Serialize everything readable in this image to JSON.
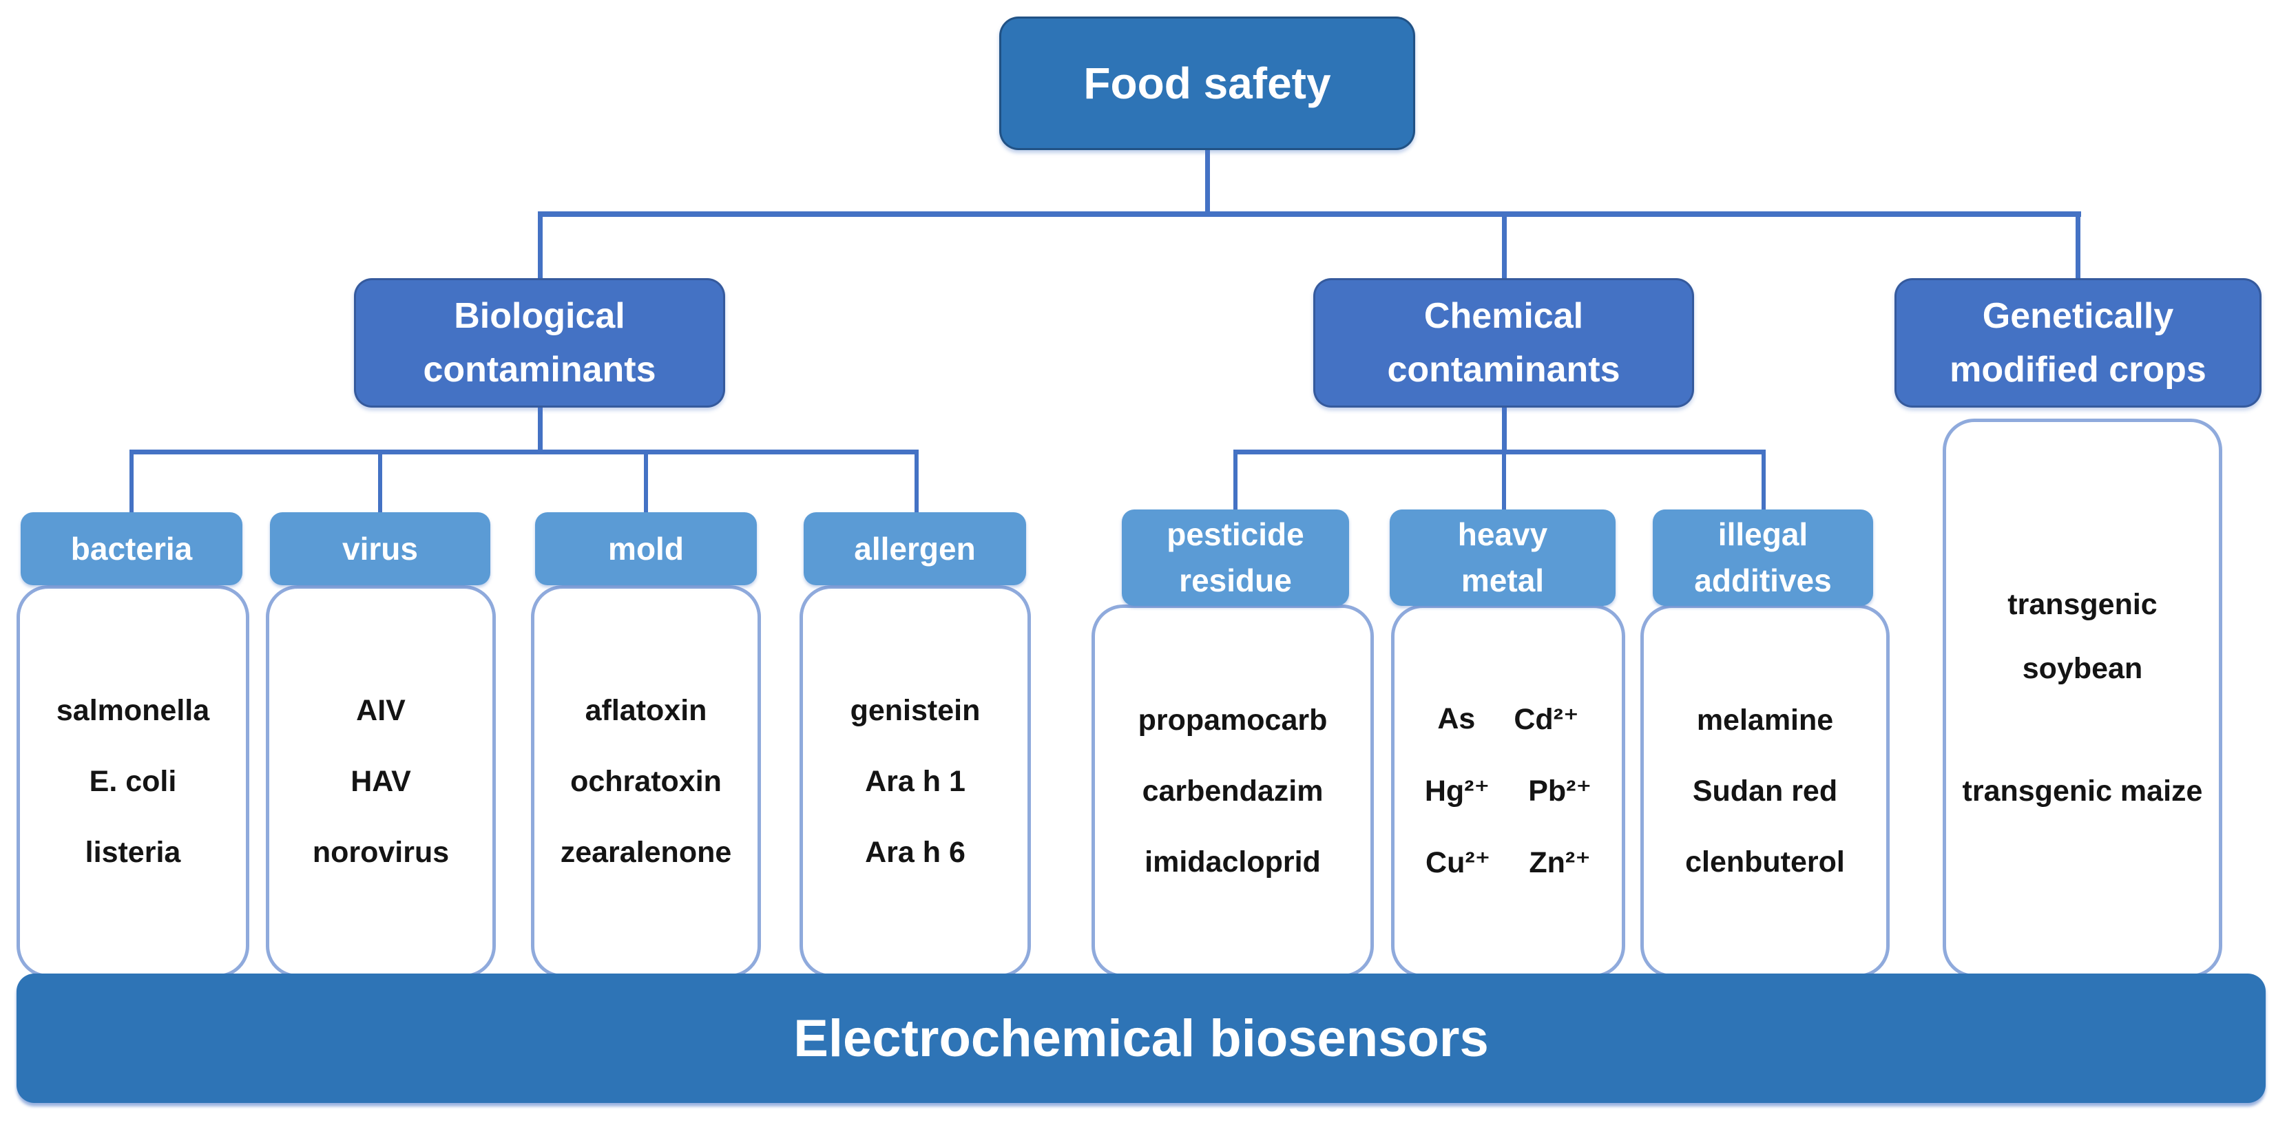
{
  "colors": {
    "primary": "#2E74B6",
    "branch": "#4472C4",
    "header": "#5B9BD5",
    "wedge": "#8FAADC",
    "connector": "#4472C4"
  },
  "root": {
    "label": "Food safety"
  },
  "branches": [
    {
      "label": "Biological contaminants"
    },
    {
      "label": "Chemical contaminants"
    },
    {
      "label": "Genetically modified crops"
    }
  ],
  "columns": [
    {
      "header": "bacteria",
      "items": [
        "salmonella",
        "E. coli",
        "listeria"
      ]
    },
    {
      "header": "virus",
      "items": [
        "AIV",
        "HAV",
        "norovirus"
      ]
    },
    {
      "header": "mold",
      "items": [
        "aflatoxin",
        "ochratoxin",
        "zearalenone"
      ]
    },
    {
      "header": "allergen",
      "items": [
        "genistein",
        "Ara h 1",
        "Ara h 6"
      ]
    },
    {
      "header": "pesticide residue",
      "items": [
        "propamocarb",
        "carbendazim",
        "imidacloprid"
      ]
    },
    {
      "header": "heavy metal",
      "item_pairs": [
        [
          "As",
          "Cd²⁺"
        ],
        [
          "Hg²⁺",
          "Pb²⁺"
        ],
        [
          "Cu²⁺",
          "Zn²⁺"
        ]
      ]
    },
    {
      "header": "illegal additives",
      "items": [
        "melamine",
        "Sudan red",
        "clenbuterol"
      ]
    }
  ],
  "gmo_panel": {
    "items": [
      "transgenic soybean",
      "transgenic maize"
    ]
  },
  "footer": {
    "label": "Electrochemical biosensors"
  }
}
